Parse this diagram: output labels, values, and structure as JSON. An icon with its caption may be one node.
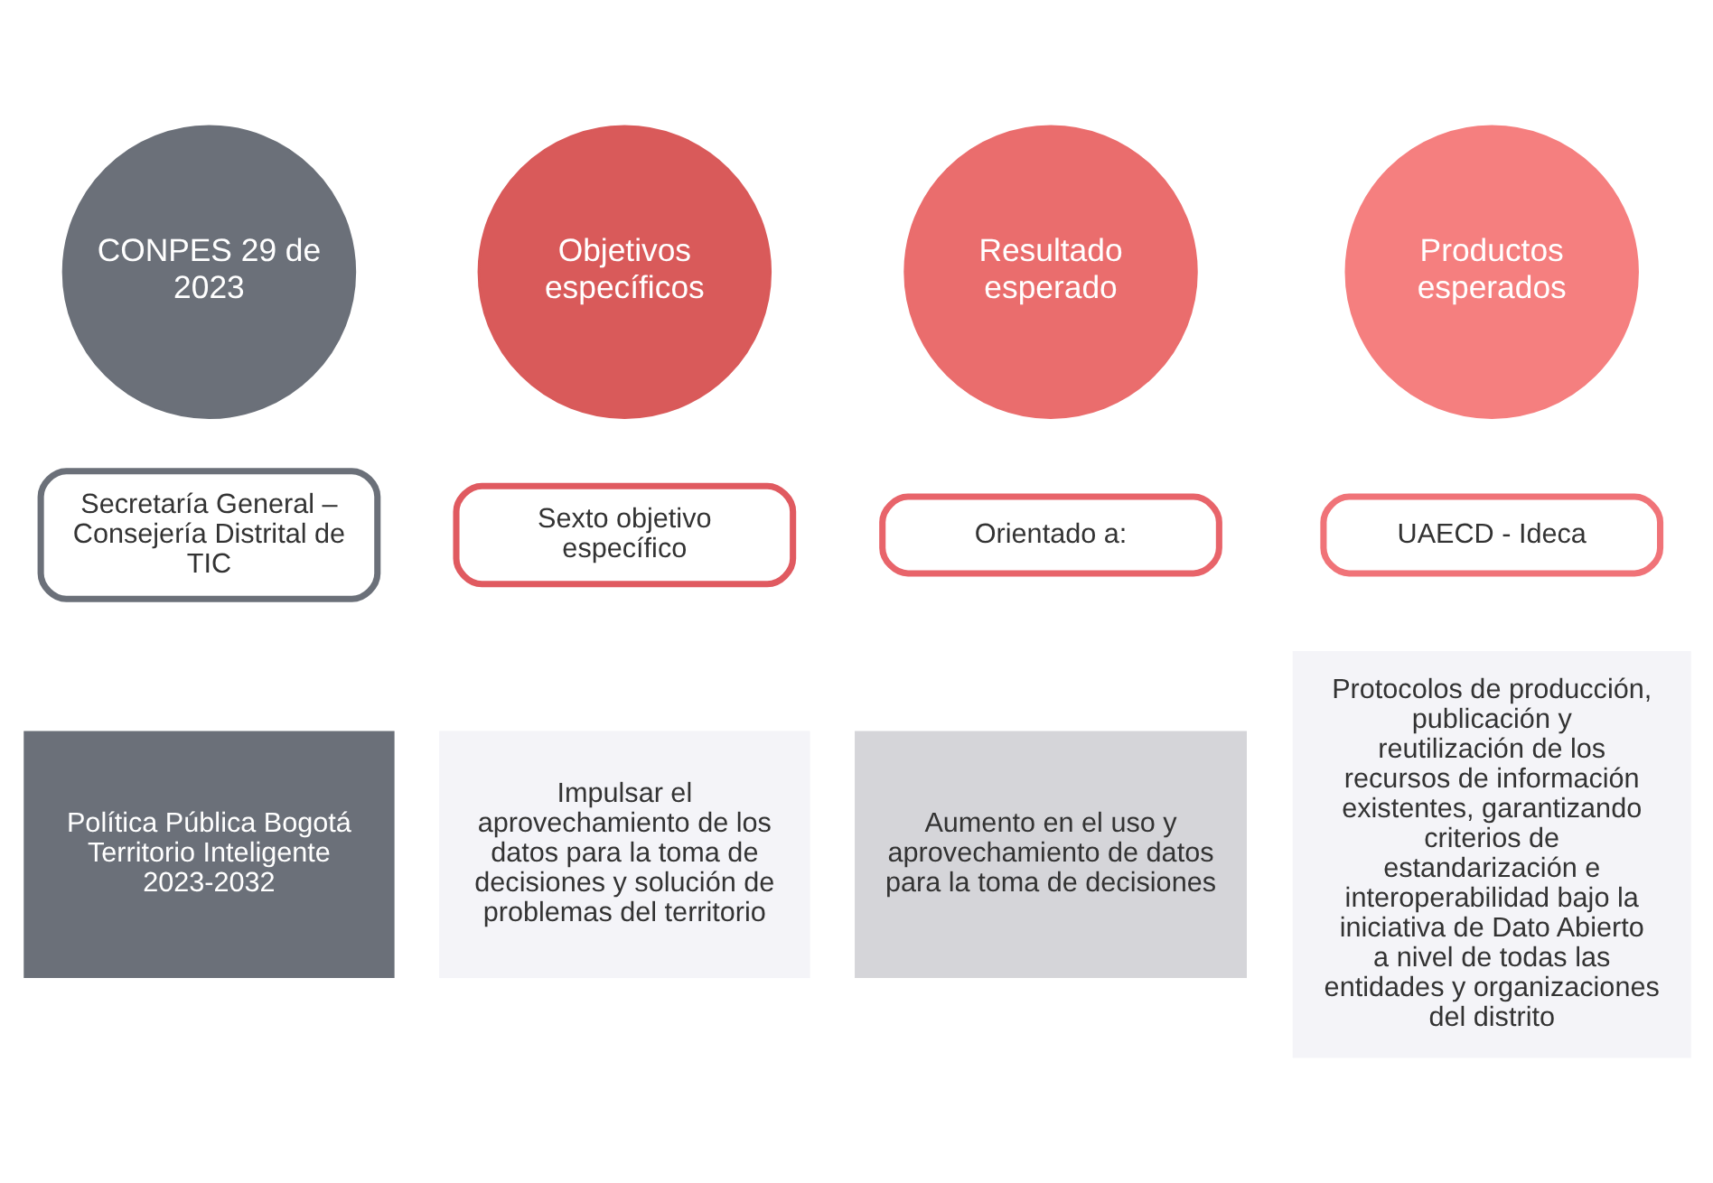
{
  "diagram": {
    "nodes": [
      {
        "text": [
          "CONPES 29 de 2023"
        ]
      },
      {
        "text": [
          "Secretaría General – Consejería Distrital de TIC"
        ]
      },
      {
        "text": [
          "Política Pública Bogotá Territorio Inteligente 2023-2032"
        ]
      },
      {
        "text": [
          "Objetivos específicos"
        ]
      },
      {
        "text": [
          "Sexto objetivo específico"
        ]
      },
      {
        "text": [
          "Impulsar el aprovechamiento de los datos para la toma de decisiones y solución de problemas del territorio"
        ]
      },
      {
        "text": [
          "Resultado esperado"
        ]
      },
      {
        "text": [
          "Orientado a:"
        ]
      },
      {
        "text": [
          "Aumento en el uso y aprovechamiento de datos para la toma de decisiones"
        ]
      },
      {
        "text": [
          "Productos esperados"
        ]
      },
      {
        "text": [
          "UAECD - Ideca"
        ]
      },
      {
        "text": [
          "Protocolos de producción, publicación y reutilización de los recursos de información existentes, garantizando criterios de estandarización e interoperabilidad bajo la iniciativa de Dato Abierto a nivel de todas las entidades y organizaciones del distrito"
        ]
      }
    ]
  }
}
